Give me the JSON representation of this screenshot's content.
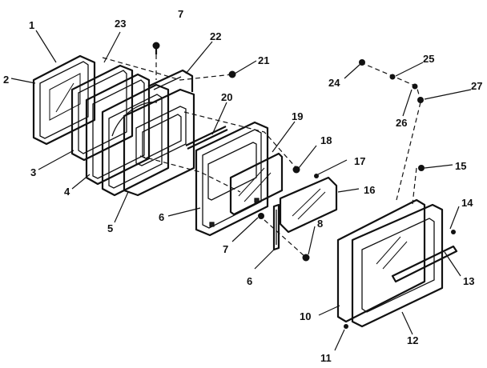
{
  "callouts": {
    "c1": "1",
    "c2": "2",
    "c3": "3",
    "c4": "4",
    "c5": "5",
    "c6a": "6",
    "c6b": "6",
    "c7a": "7",
    "c7b": "7",
    "c8": "8",
    "c10": "10",
    "c11": "11",
    "c12": "12",
    "c13": "13",
    "c14": "14",
    "c15": "15",
    "c16": "16",
    "c17": "17",
    "c18": "18",
    "c19": "19",
    "c20": "20",
    "c21": "21",
    "c22": "22",
    "c23": "23",
    "c24": "24",
    "c25": "25",
    "c26": "26",
    "c27": "27"
  }
}
